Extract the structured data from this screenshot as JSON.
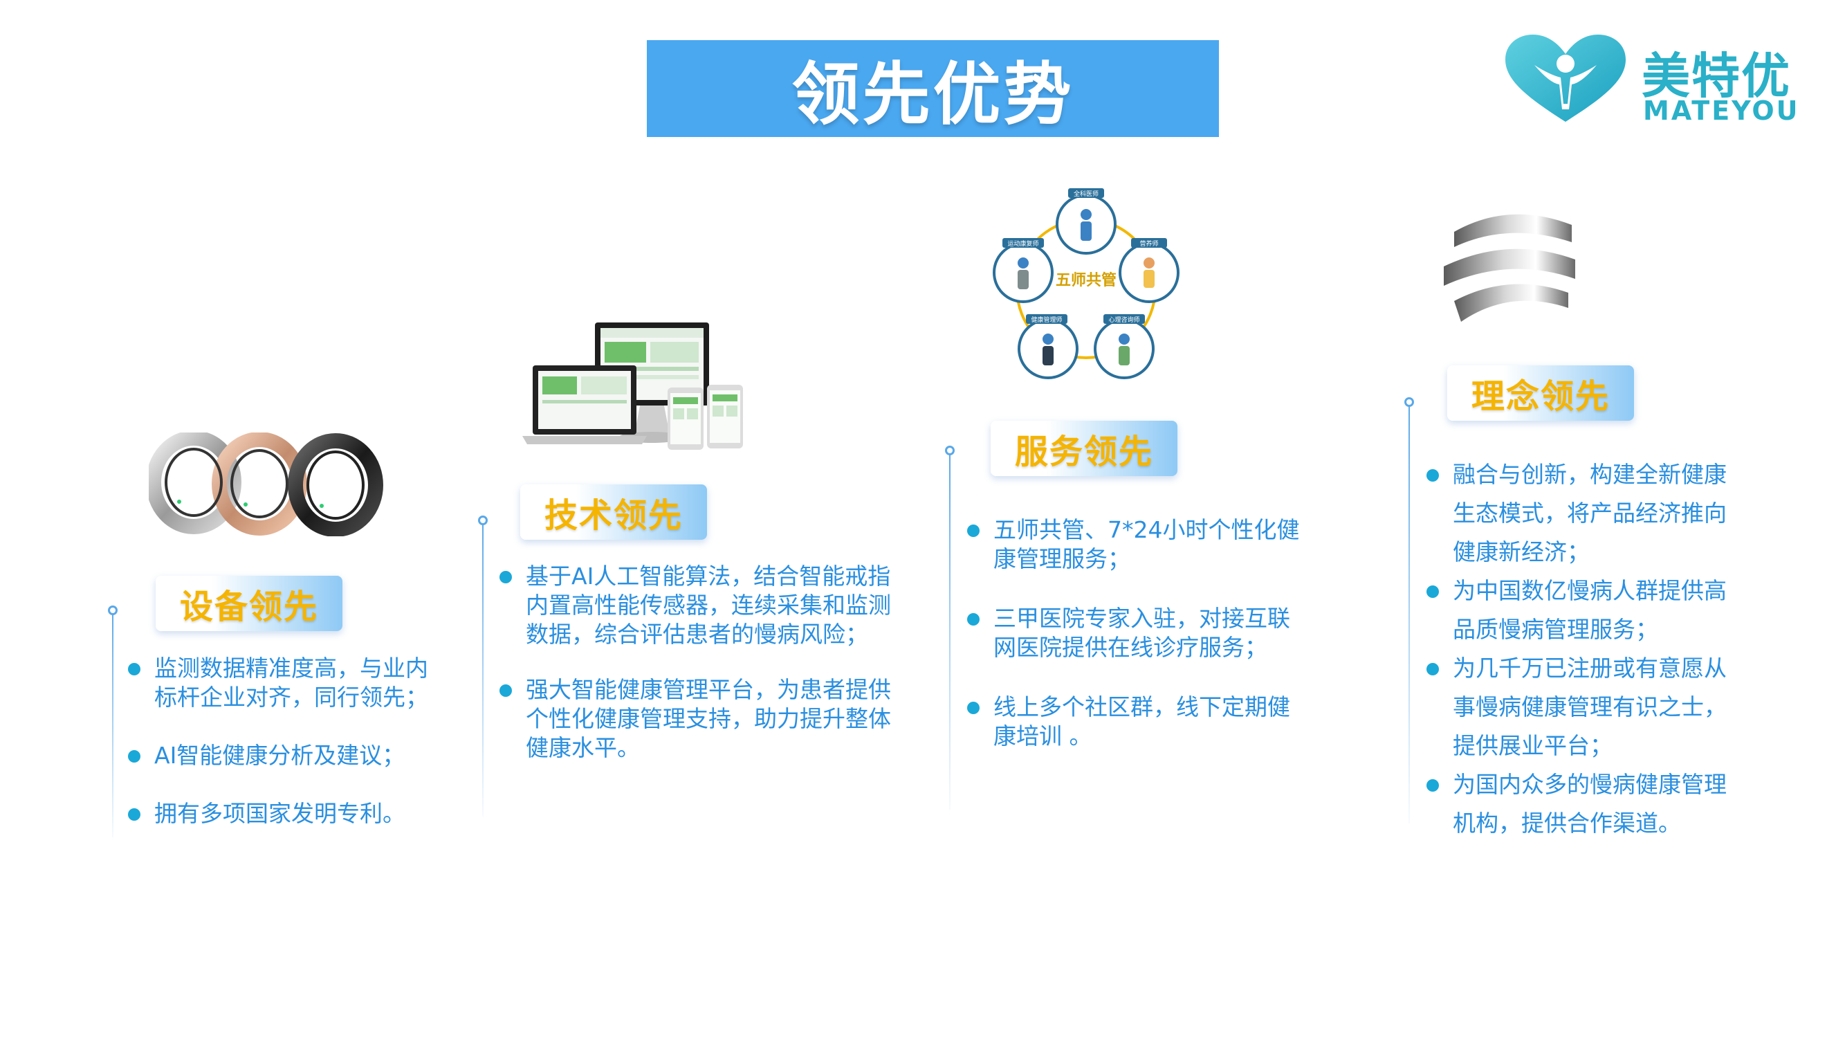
{
  "title": "领先优势",
  "logo": {
    "name_cn": "美特优",
    "name_en": "MATEYOU"
  },
  "sections": [
    {
      "id": "device",
      "title": "设备领先",
      "items": [
        "监测数据精准度高，与业内标杆企业对齐，同行领先；",
        "AI智能健康分析及建议；",
        "拥有多项国家发明专利。"
      ]
    },
    {
      "id": "tech",
      "title": "技术领先",
      "items": [
        "基于AI人工智能算法，结合智能戒指内置高性能传感器，连续采集和监测数据，综合评估患者的慢病风险；",
        "强大智能健康管理平台，为患者提供个性化健康管理支持，助力提升整体健康水平。"
      ]
    },
    {
      "id": "service",
      "title": "服务领先",
      "items": [
        "五师共管、7*24小时个性化健康管理服务；",
        "三甲医院专家入驻，对接互联网医院提供在线诊疗服务；",
        "线上多个社区群，线下定期健康培训 。"
      ]
    },
    {
      "id": "concept",
      "title": "理念领先",
      "items": [
        "融合与创新，构建全新健康生态模式，将产品经济推向健康新经济；",
        "为中国数亿慢病人群提供高品质慢病管理服务；",
        "为几千万已注册或有意愿从事慢病健康管理有识之士，提供展业平台；",
        "为国内众多的慢病健康管理机构，提供合作渠道。"
      ]
    }
  ],
  "diagram": {
    "center": "五师共管",
    "roles": [
      "全科医师",
      "营养师",
      "心理咨询师",
      "健康管理师",
      "运动康复师"
    ]
  },
  "colors": {
    "banner": "#4aa8f0",
    "badge_text": "#f5b400",
    "bullet_text": "#2a8fe0",
    "bullet_dot": "#1aa8d8",
    "logo": "#2ab0c8"
  }
}
